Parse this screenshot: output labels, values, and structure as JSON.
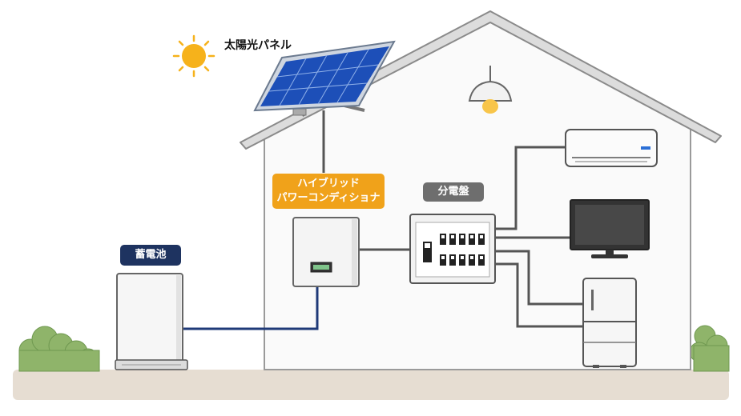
{
  "labels": {
    "solar_panel": "太陽光パネル",
    "hybrid_pcs_line1": "ハイブリッド",
    "hybrid_pcs_line2": "パワーコンディショナ",
    "distribution_board": "分電盤",
    "battery": "蓄電池"
  },
  "colors": {
    "orange_tag": "#f0a21a",
    "gray_tag": "#6e6e6e",
    "navy_tag": "#1e3360",
    "battery_cable": "#1f3a78",
    "gray_cable": "#555555",
    "house_outline": "#9a9a9a",
    "ground": "#e6ddd2",
    "bush": "#8fb46a",
    "sun": "#f6b21b",
    "panel_cells": "#1d4fb8"
  },
  "icons": [
    "sun-icon",
    "solar-panel-icon",
    "pendant-lamp-icon",
    "air-conditioner-icon",
    "tv-icon",
    "refrigerator-icon",
    "breaker-panel-icon",
    "inverter-icon",
    "battery-unit-icon",
    "bush-icon"
  ]
}
